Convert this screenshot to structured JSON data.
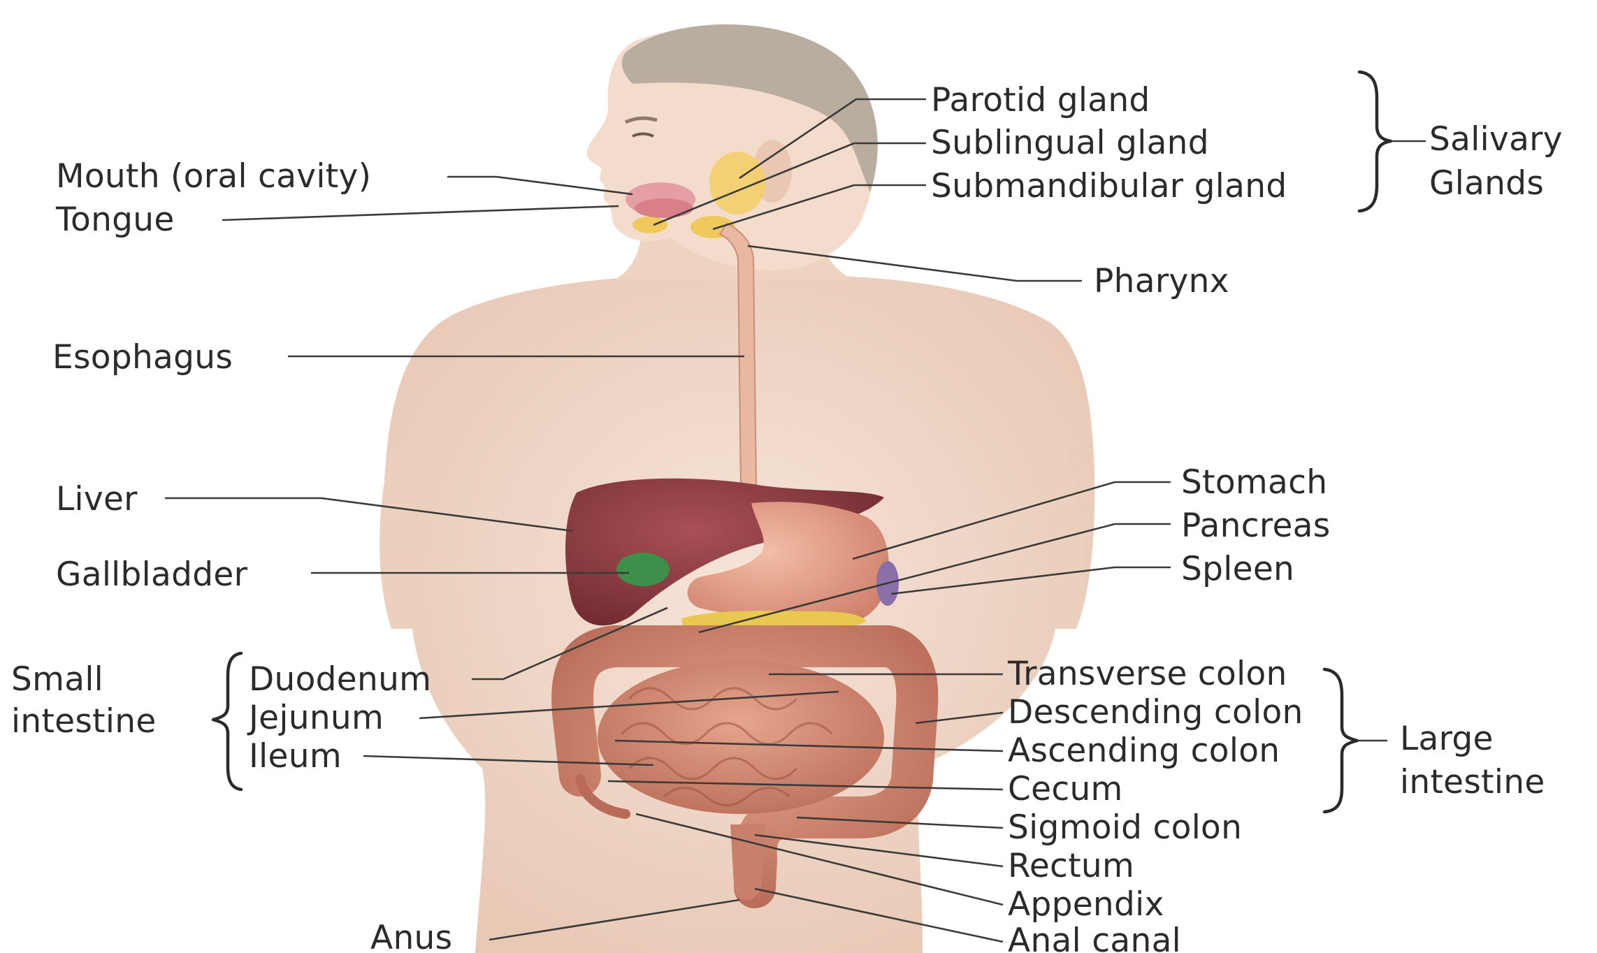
{
  "labels": {
    "parotid_gland": "Parotid gland",
    "sublingual_gland": "Sublingual gland",
    "submandibular_gland": "Submandibular gland",
    "salivary_line1": "Salivary",
    "salivary_line2": "Glands",
    "mouth": "Mouth (oral cavity)",
    "tongue": "Tongue",
    "pharynx": "Pharynx",
    "esophagus": "Esophagus",
    "liver": "Liver",
    "gallbladder": "Gallbladder",
    "stomach": "Stomach",
    "pancreas": "Pancreas",
    "spleen": "Spleen",
    "small_line1": "Small",
    "small_line2": "intestine",
    "duodenum": "Duodenum",
    "jejunum": "Jejunum",
    "ileum": "Ileum",
    "transverse_colon": "Transverse colon",
    "descending_colon": "Descending colon",
    "ascending_colon": "Ascending colon",
    "cecum": "Cecum",
    "sigmoid_colon": "Sigmoid colon",
    "rectum": "Rectum",
    "appendix": "Appendix",
    "anal_canal": "Anal canal",
    "large_line1": "Large",
    "large_line2": "intestine",
    "anus": "Anus"
  },
  "colors": {
    "skin": "#f0d8c8",
    "skin_shade": "#e3bfa8",
    "hair": "#b8ab9e",
    "liver": "#8e3b3e",
    "gallbladder": "#3e8f4a",
    "stomach": "#e6a48e",
    "pancreas": "#e9c84f",
    "spleen": "#8a6fa8",
    "intestine": "#c9806a",
    "esophagus": "#e9b8a0",
    "salivary": "#f2cf6e"
  }
}
